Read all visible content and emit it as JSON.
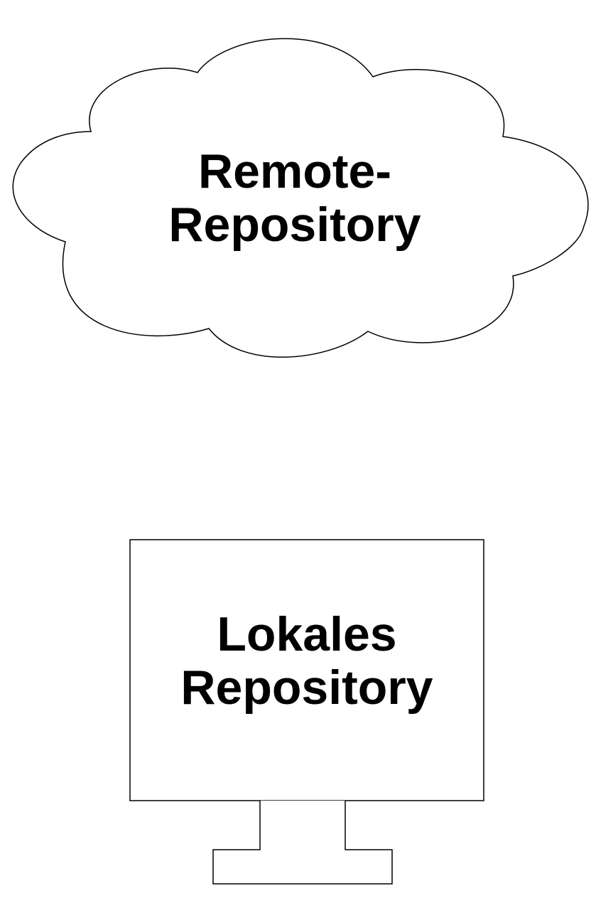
{
  "remote": {
    "line1": "Remote-",
    "line2": "Repository"
  },
  "local": {
    "line1": "Lokales",
    "line2": "Repository"
  },
  "colors": {
    "stroke": "#000000",
    "fill": "#ffffff",
    "text": "#000000"
  }
}
